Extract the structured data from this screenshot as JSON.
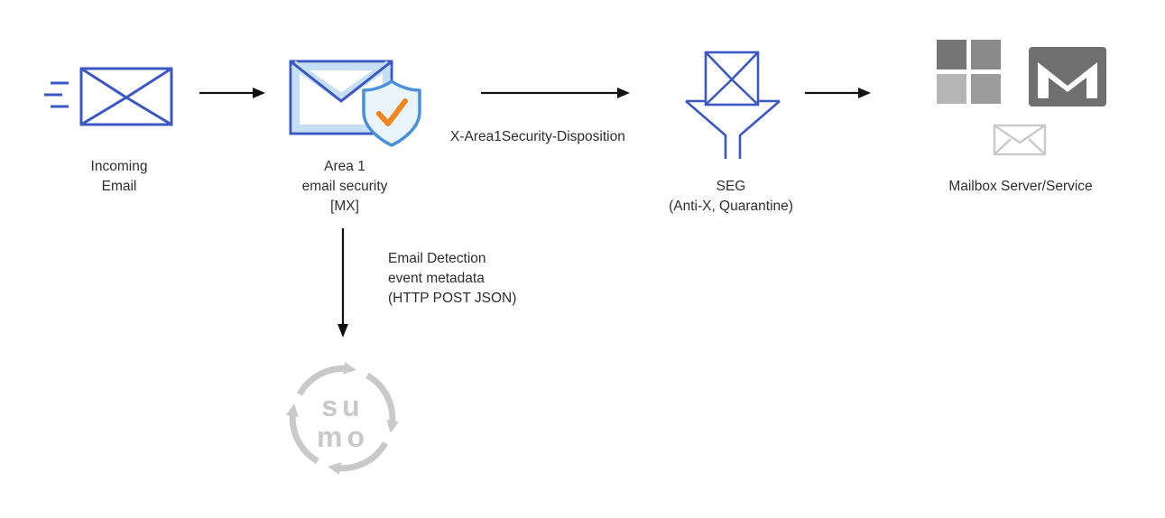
{
  "diagram": {
    "incoming": {
      "line1": "Incoming",
      "line2": "Email"
    },
    "area1": {
      "line1": "Area 1",
      "line2": "email security",
      "line3": "[MX]"
    },
    "disposition_label": "X-Area1Security-Disposition",
    "seg": {
      "line1": "SEG",
      "line2": "(Anti-X, Quarantine)"
    },
    "mailbox": {
      "label": "Mailbox Server/Service"
    },
    "metadata": {
      "line1": "Email Detection",
      "line2": "event metadata",
      "line3": "(HTTP POST JSON)"
    },
    "sumo": {
      "line1": "su",
      "line2": "mo"
    },
    "colors": {
      "envelope_blue": "#3a57c4",
      "shield_blue": "#4a90d9",
      "area1_light_blue": "#c5e0f5",
      "check_orange": "#f0861c",
      "ms_gray_top_left": "#757575",
      "ms_gray_top_right": "#8a8a8a",
      "ms_gray_bottom_left": "#b5b5b5",
      "ms_gray_bottom_right": "#9b9b9b",
      "gmail_gray": "#6f6f6f",
      "light_envelope_gray": "#c9c9c9",
      "sumo_gray": "#c9c9c9",
      "arrow_black": "#111111",
      "text_dark": "#2e2e2e"
    }
  }
}
